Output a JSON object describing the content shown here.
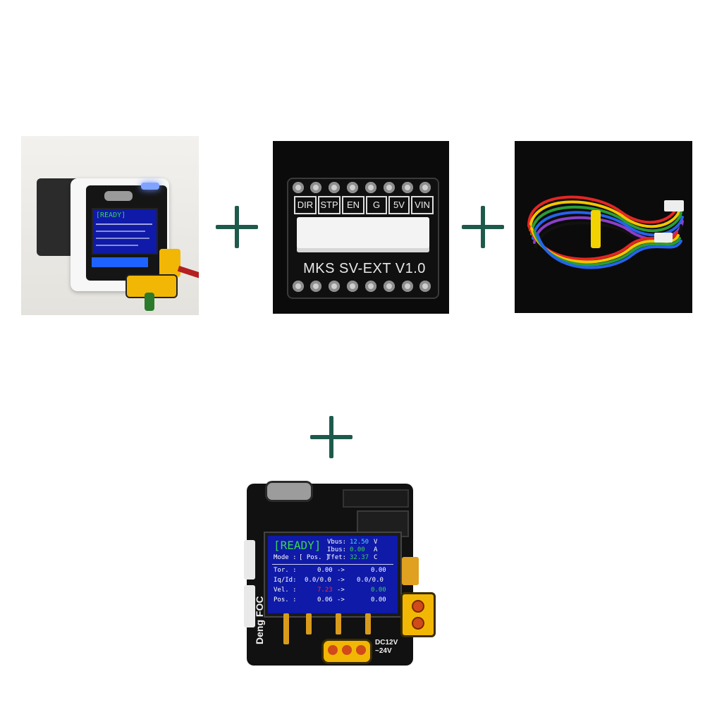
{
  "colors": {
    "plus": "#1e5a4c",
    "board_black": "#111111",
    "screen_bg": "#0f1aa8",
    "ready_green": "#39d353",
    "connector_yellow": "#f2b705",
    "highlight_red": "#ff2a2a"
  },
  "icons": [
    "plus-icon",
    "plus-icon",
    "plus-icon"
  ],
  "items": {
    "motor_kit": {
      "screen_status": "[READY]"
    },
    "extension_board": {
      "pins": [
        "DIR",
        "STP",
        "EN",
        "G",
        "5V",
        "VIN"
      ],
      "title": "MKS SV-EXT V1.0"
    },
    "cable": {},
    "driver_board": {
      "status": "[READY]",
      "readouts": [
        {
          "label": "Vbus:",
          "value": "12.50",
          "unit": "V"
        },
        {
          "label": "Ibus:",
          "value": "0.00",
          "unit": "A"
        },
        {
          "label": "Tfet:",
          "value": "32.37",
          "unit": "C"
        }
      ],
      "mode_label": "Mode :",
      "mode_value": "[ Pos. ]",
      "rows": [
        {
          "label": "Tor. :",
          "left": "0.00",
          "arrow": "->",
          "right": "0.00"
        },
        {
          "label": "Iq/Id:",
          "left": "0.0/0.0",
          "arrow": "->",
          "right": "0.0/0.0"
        },
        {
          "label": "Vel. :",
          "left": "7.23",
          "arrow": "->",
          "right": "0.00"
        },
        {
          "label": "Pos. :",
          "left": "0.06",
          "arrow": "->",
          "right": "0.00"
        }
      ],
      "brand": "Deng FOC",
      "voltage": "DC12V ~24V"
    }
  }
}
